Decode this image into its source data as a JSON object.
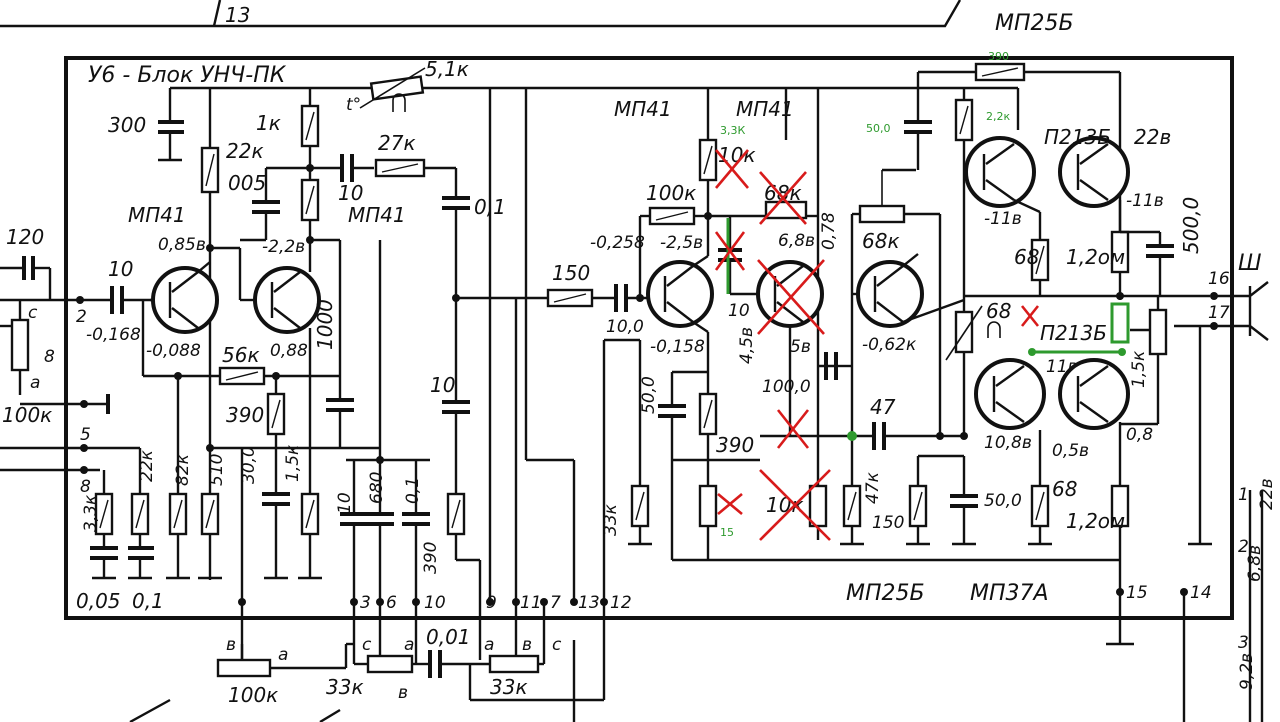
{
  "block_title": "У6 - Блок УНЧ-ПК",
  "header": {
    "top_left_label": "13",
    "top_right_label": "МП25Б"
  },
  "transistors": {
    "q1": "МП41",
    "q2": "МП41",
    "q3": "МП41",
    "q4": "МП41",
    "q7": "П213Б",
    "q8": "П213Б",
    "bottom_left": "МП25Б",
    "bottom_right": "МП37А"
  },
  "resistors": {
    "r_thermistor": "5,1к",
    "r_22k": "22к",
    "r_1k": "1к",
    "r_27k": "27к",
    "r_56k": "56к",
    "r_390a": "390",
    "r_22k_b": "22к",
    "r_82k": "82к",
    "r_510": "510",
    "r_1_5k": "1,5к",
    "r_33k_a": "3,3к",
    "r_390_b": "390",
    "r_150": "150",
    "r_100k": "100к",
    "r_10k_top": "10к",
    "r_68k": "68к",
    "r_390_c": "390",
    "r_33k_b": "33к",
    "r_10k_bot": "10к",
    "r_68k_trim": "68к",
    "r_47k": "47к",
    "r_150_b": "150",
    "r_390_top": "390",
    "r_68_a": "68",
    "r_68_b": "68",
    "r_68_c": "68",
    "r_12om": "1,2ом",
    "r_12om_b": "1,2ом",
    "r_1_5k_b": "1,5к"
  },
  "capacitors": {
    "c_300": "300",
    "c_005": "005",
    "c_10a": "10",
    "c_0_1": "0,1",
    "c_120": "120",
    "c_10b": "10",
    "c_1000": "1000",
    "c_30_0": "30,0",
    "c_10c": "10",
    "c_10d": "10,0",
    "c_680": "680",
    "c_0_1b": "0,1",
    "c_50_0": "50,0",
    "c_10_0": "10,0",
    "c_100_0": "100,0",
    "c_47": "47",
    "c_50_0b": "50,0",
    "c_500_0": "500,0",
    "c_0_05": "0,05",
    "c_0_1c": "0,1",
    "c_001": "0,01"
  },
  "voltages": {
    "v_085": "0,85в",
    "v_m22": "-2,2в",
    "v_m0168": "-0,168",
    "v_m0088": "-0,088",
    "v_088": "0,88",
    "v_m0258": "-0,258",
    "v_m25": "-2,5в",
    "v_m0158": "-0,158",
    "v_68": "6,8в",
    "v_078": "0,78",
    "v_45": "4,5в",
    "v_10": "10",
    "v_5": "5в",
    "v_m062": "-0,62к",
    "v_m118": "-11в",
    "v_22": "22в",
    "v_m116": "-11в",
    "v_118": "11в",
    "v_1088": "10,8в",
    "v_058": "0,5в",
    "v_08": "0,8"
  },
  "pins": {
    "p2": "2",
    "p3": "3",
    "p5": "5",
    "p6": "6",
    "p7": "7",
    "p8": "8",
    "p9": "9",
    "p10": "10",
    "p11": "11",
    "p12": "12",
    "p13": "13",
    "p14": "14",
    "p15": "15",
    "p16": "16",
    "p17": "17",
    "p1": "1",
    "p2r": "2",
    "p3r": "3"
  },
  "pots": {
    "pot_100k_left": "100к",
    "pot_100k_bottom": "100к",
    "pot_33k_a": "33к",
    "pot_33k_b": "33к",
    "pot_labels_a": "а",
    "pot_labels_b": "в",
    "pot_labels_c": "с"
  },
  "thermistor_symbol": "t°",
  "connector": "Ш",
  "right_edge": {
    "v1": "22в",
    "v2": "6,8в",
    "v3": "9,2в"
  },
  "annotations_green": {
    "a_3_3k": "3,3К",
    "a_50_0": "50,0",
    "a_390": "390",
    "a_2_2k": "2,2к",
    "a_15": "15"
  },
  "colors": {
    "ink": "#111111",
    "mod_green": "#2e9a2e",
    "mod_red": "#d81b1b"
  }
}
